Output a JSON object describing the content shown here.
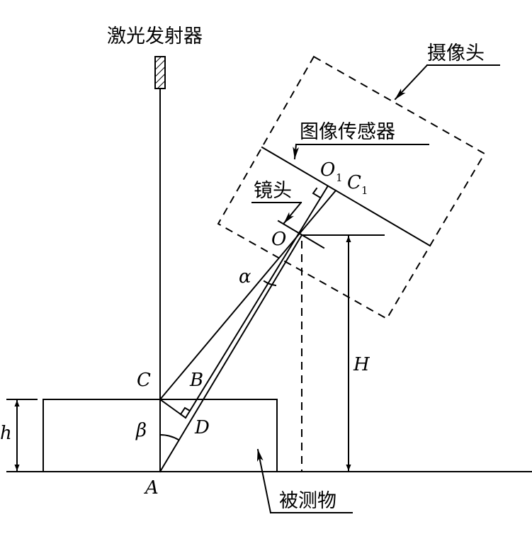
{
  "labels": {
    "laser": "激光发射器",
    "camera": "摄像头",
    "sensor": "图像传感器",
    "lens": "镜头",
    "object": "被测物",
    "O1": "O",
    "O1_sub": "1",
    "C1": "C",
    "C1_sub": "1",
    "O": "O",
    "alpha": "α",
    "H": "H",
    "C": "C",
    "B": "B",
    "D": "D",
    "beta": "β",
    "h": "h",
    "A": "A"
  }
}
